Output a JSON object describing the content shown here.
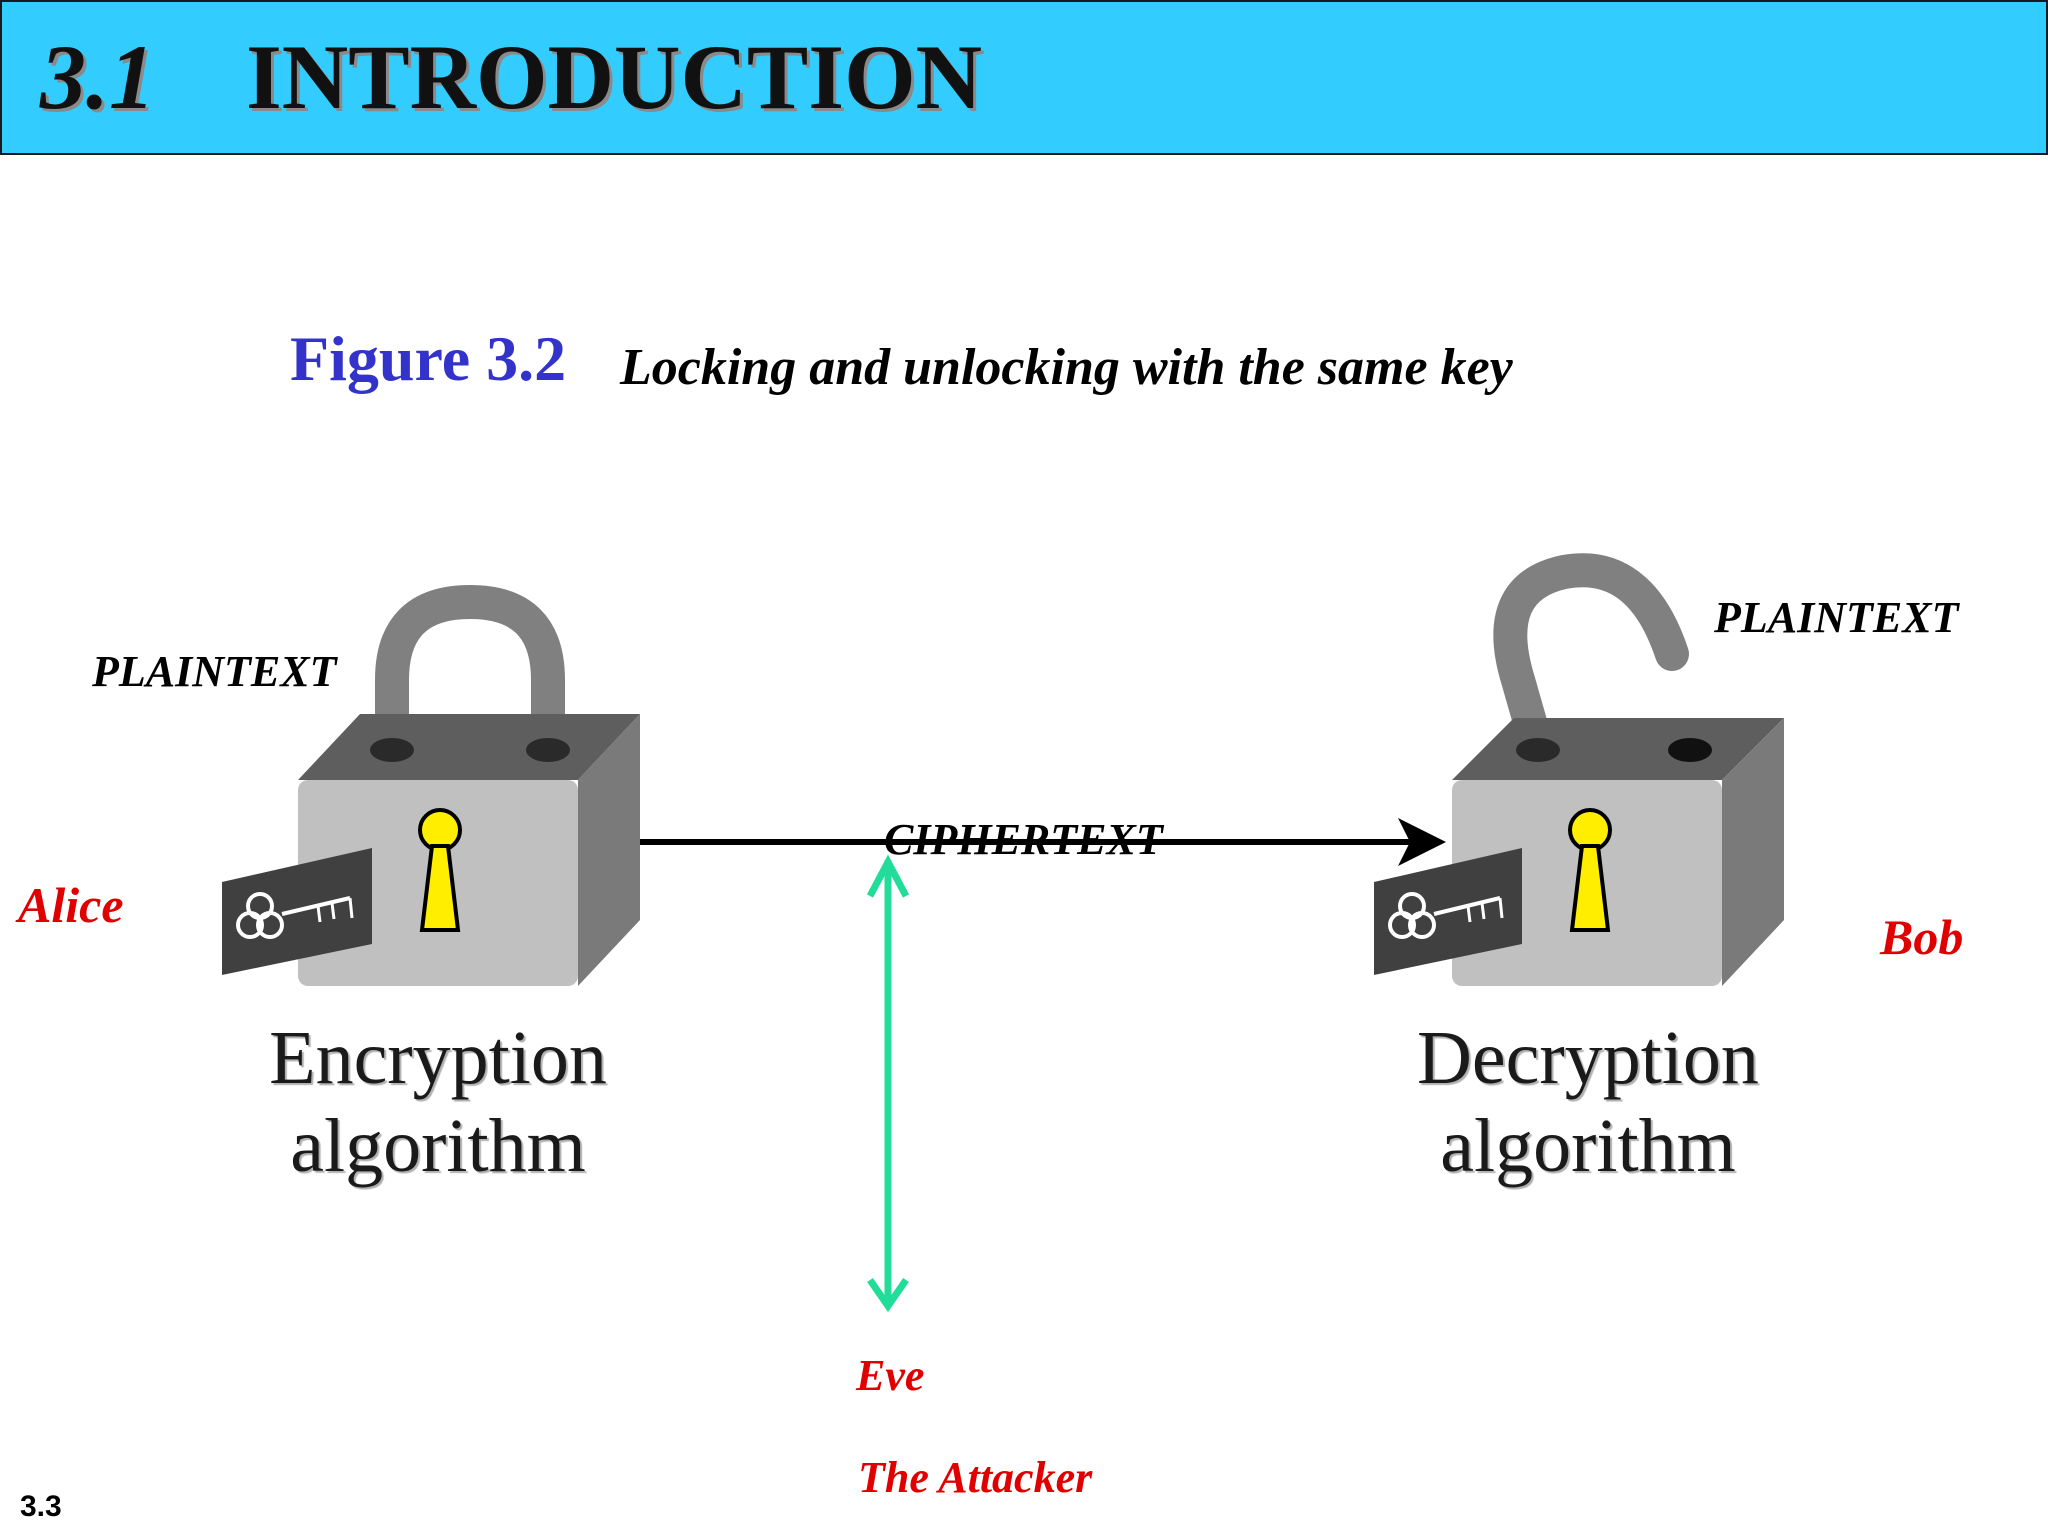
{
  "header": {
    "section_number": "3.1",
    "title": "INTRODUCTION",
    "background_color": "#33ccff"
  },
  "figure": {
    "label": "Figure 3.2",
    "caption": "Locking and unlocking with the same key"
  },
  "diagram": {
    "sender": {
      "name": "Alice",
      "input_label": "PLAINTEXT",
      "algorithm_line1": "Encryption",
      "algorithm_line2": "algorithm",
      "lock_state": "locked"
    },
    "receiver": {
      "name": "Bob",
      "output_label": "PLAINTEXT",
      "algorithm_line1": "Decryption",
      "algorithm_line2": "algorithm",
      "lock_state": "unlocked"
    },
    "channel_label": "CIPHERTEXT",
    "attacker": {
      "name": "Eve",
      "role": "The Attacker"
    },
    "colors": {
      "names": "#e00000",
      "eavesdrop_arrow": "#22dd99",
      "keyhole": "#ffee00",
      "lock_body": "#c0c0c0"
    },
    "icons": [
      "padlock-closed-icon",
      "padlock-open-icon",
      "key-icon"
    ]
  },
  "footer": {
    "page_number": "3.3"
  }
}
